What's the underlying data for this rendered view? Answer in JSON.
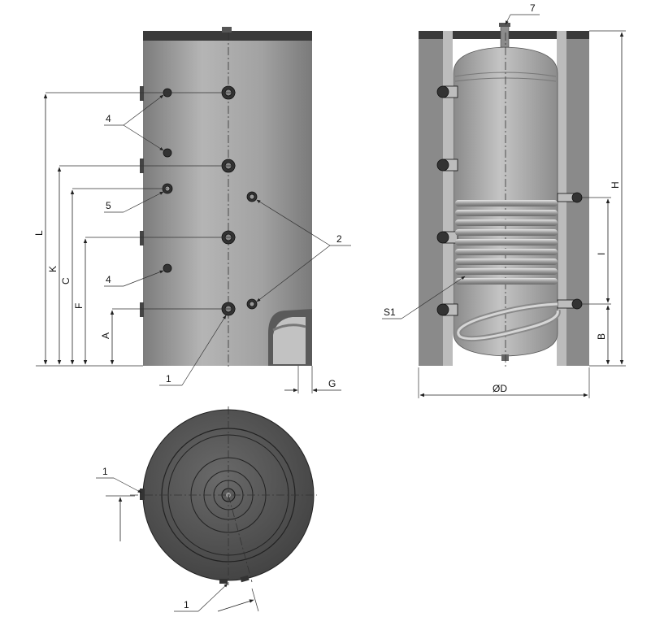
{
  "labels": {
    "left_view": {
      "callout_4_top": "4",
      "callout_5": "5",
      "callout_4_bottom": "4",
      "callout_2": "2",
      "callout_1": "1",
      "dim_L": "L",
      "dim_K": "K",
      "dim_C": "C",
      "dim_F": "F",
      "dim_A": "A",
      "dim_G": "G"
    },
    "right_view": {
      "callout_7": "7",
      "dim_H": "H",
      "dim_I": "I",
      "dim_B": "B",
      "callout_S1": "S1",
      "dim_D": "ØD"
    },
    "top_view": {
      "callout_1_left": "1",
      "callout_1_bottom": "1"
    }
  },
  "colors": {
    "tank_body": "#9a9a9a",
    "tank_dark": "#4d4d4d",
    "lid": "#3a3a3a",
    "coil": "#bdbdbd",
    "lines": "#222222"
  }
}
